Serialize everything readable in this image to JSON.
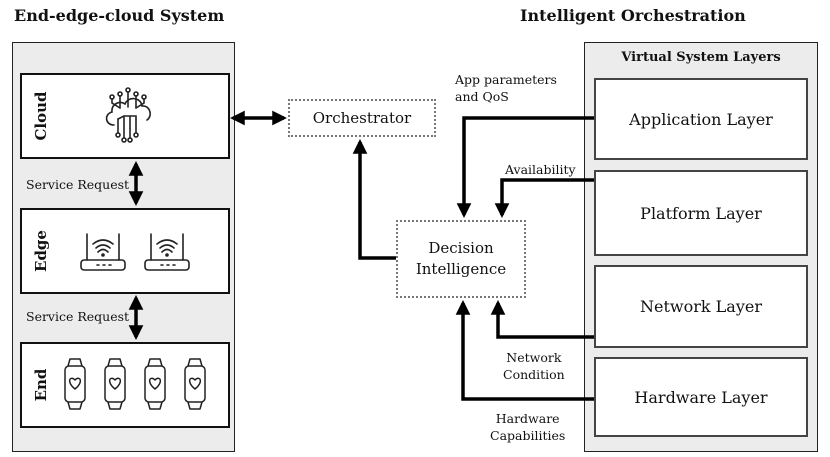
{
  "left_title": "End-edge-cloud System",
  "right_title": "Intelligent Orchestration",
  "virtual_layers_title": "Virtual System Layers",
  "tiers": [
    {
      "label": "Cloud",
      "icon": "cloud-circuit-icon"
    },
    {
      "label": "Edge",
      "icon": "wifi-router-icon"
    },
    {
      "label": "End",
      "icon": "smartwatch-heart-icon"
    }
  ],
  "service_request_labels": [
    "Service Request",
    "Service Request"
  ],
  "orchestrator_label": "Orchestrator",
  "decision_intelligence_label": "Decision Intelligence",
  "layers": [
    "Application Layer",
    "Platform Layer",
    "Network Layer",
    "Hardware Layer"
  ],
  "annotations": {
    "app_params": [
      "App parameters",
      "and QoS"
    ],
    "availability": "Availability",
    "network_condition": [
      "Network",
      "Condition"
    ],
    "hardware_capabilities": [
      "Hardware",
      "Capabilities"
    ]
  }
}
